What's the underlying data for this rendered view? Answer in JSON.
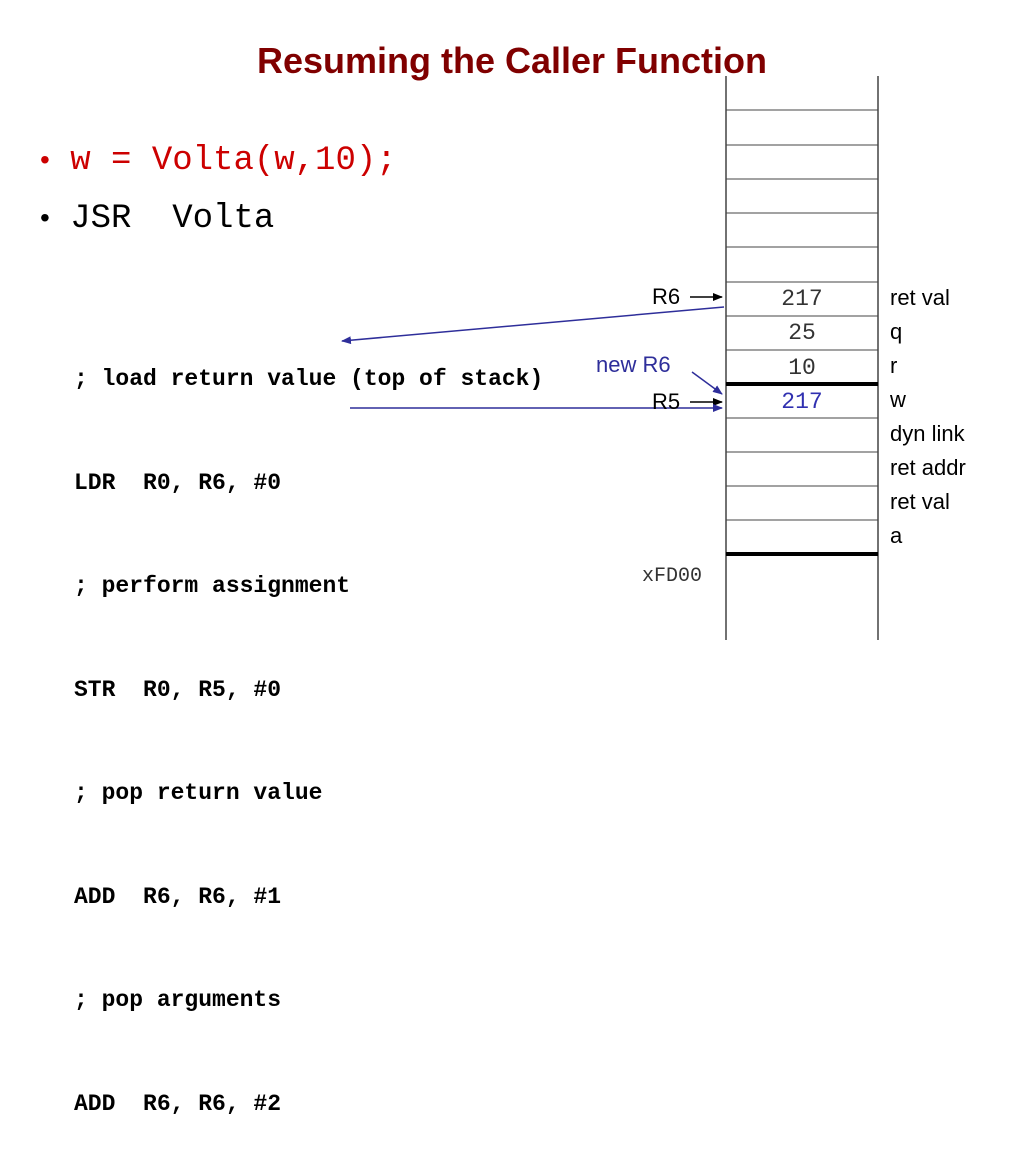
{
  "slide": {
    "title": "Resuming the Caller Function",
    "bullets": [
      {
        "dot": "•",
        "text": "w = Volta(w,10);"
      },
      {
        "dot": "•",
        "text": "JSR  Volta"
      }
    ],
    "code_lines": [
      "; load return value (top of stack)",
      "LDR  R0, R6, #0",
      "; perform assignment",
      "STR  R0, R5, #0",
      "; pop return value",
      "ADD  R6, R6, #1",
      "; pop arguments",
      "ADD  R6, R6, #2"
    ]
  },
  "stack": {
    "cells": [
      {
        "value": "217",
        "label": "ret val",
        "highlight": false
      },
      {
        "value": "25",
        "label": "q",
        "highlight": false
      },
      {
        "value": "10",
        "label": "r",
        "highlight": false
      },
      {
        "value": "217",
        "label": "w",
        "highlight": true
      },
      {
        "value": "",
        "label": "dyn link",
        "highlight": false
      },
      {
        "value": "",
        "label": "ret addr",
        "highlight": false
      },
      {
        "value": "",
        "label": "ret val",
        "highlight": false
      },
      {
        "value": "",
        "label": "a",
        "highlight": false
      }
    ],
    "pointers": {
      "r6": "R6",
      "new_r6": "new R6",
      "r5": "R5"
    },
    "base_address": "xFD00"
  },
  "colors": {
    "title": "#800000",
    "highlight_bullet": "#cc0000",
    "arrow": "#2e2e9a"
  }
}
